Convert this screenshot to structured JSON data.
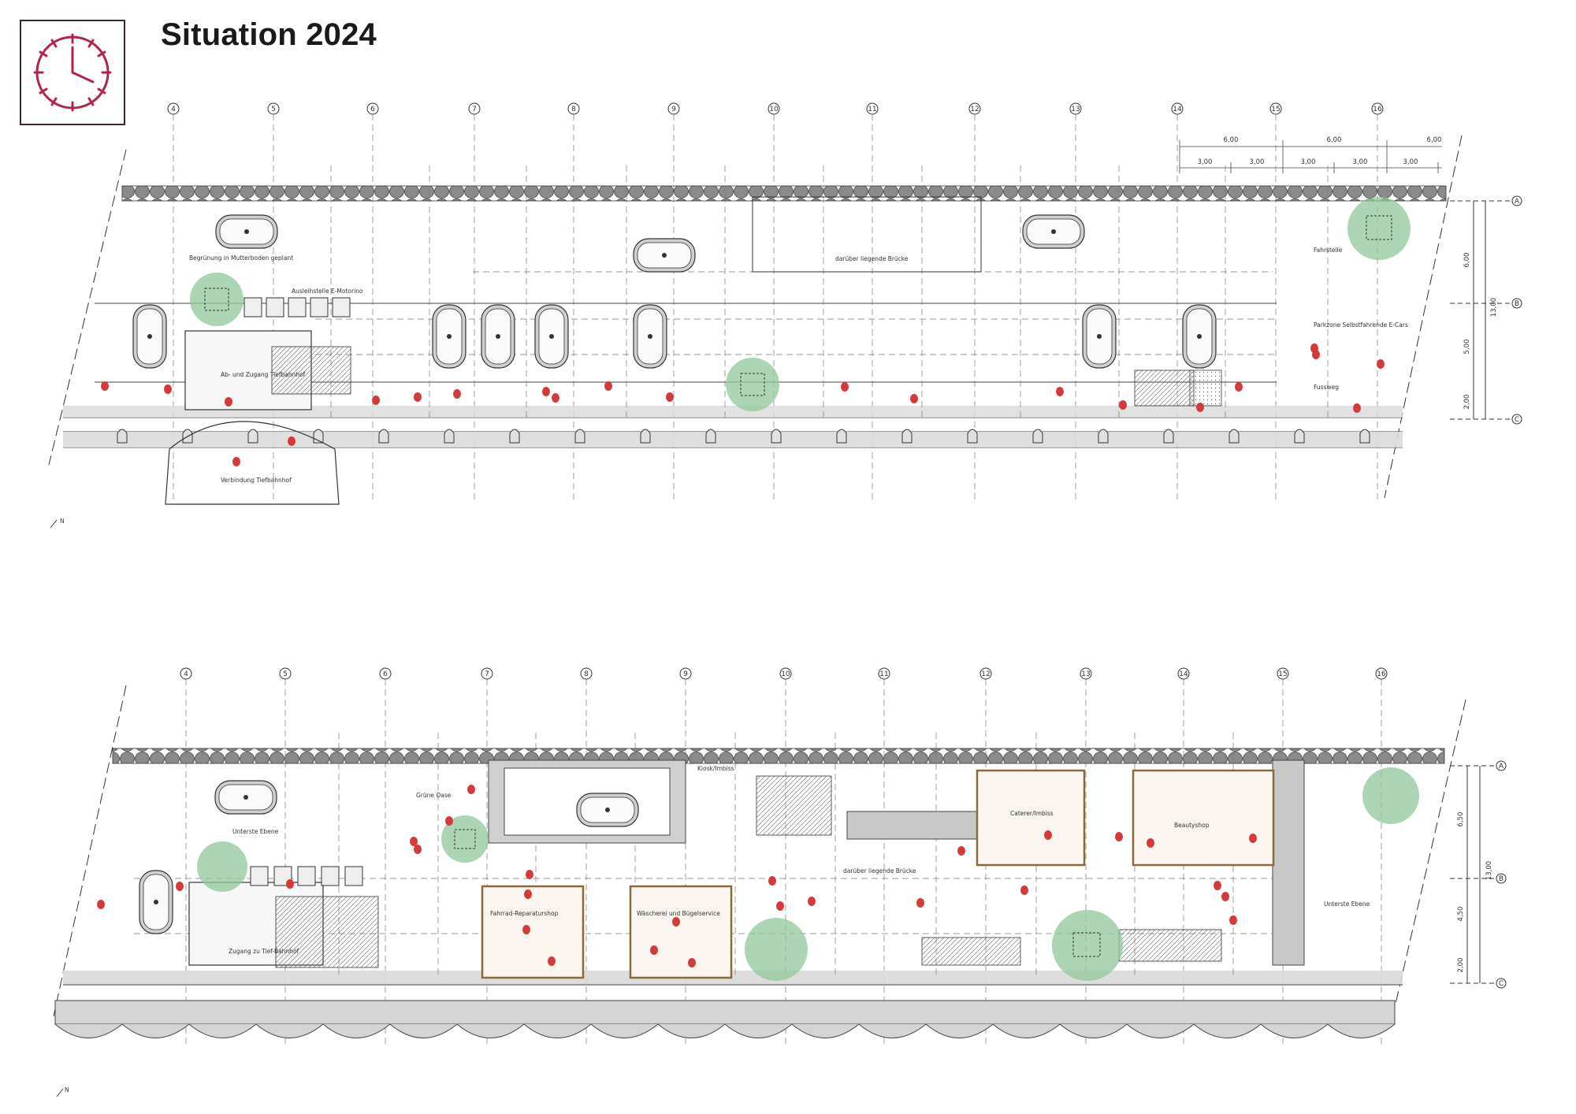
{
  "title": "Situation 2024",
  "icons": {
    "clock": "clock-icon",
    "north": "north-arrow-icon"
  },
  "colors": {
    "wall": "#8a8a8a",
    "greenery": "#8fc79a",
    "people": "#d43a3a",
    "paving": "#d9d9d9",
    "frame": "#5a2430"
  },
  "axes": {
    "columns": [
      "4",
      "5",
      "6",
      "7",
      "8",
      "9",
      "10",
      "11",
      "12",
      "13",
      "14",
      "15",
      "16"
    ],
    "rows": [
      "A",
      "B",
      "C"
    ]
  },
  "north_label": "N",
  "plan_top": {
    "dims_top": [
      "6,00",
      "6,00",
      "6,00"
    ],
    "dims_sub": [
      "3,00",
      "3,00",
      "3,00",
      "3,00",
      "3,00"
    ],
    "dims_side": [
      "6,00",
      "5,00",
      "2,00"
    ],
    "dim_total": "13,00",
    "labels": {
      "begruenung": "Begrünung in Mutterboden geplant",
      "ausleihstelle": "Ausleihstelle E-Motorino",
      "abgang": "Ab- und Zugang Tiefbahnhof",
      "verbindung": "Verbindung Tiefbahnhof",
      "bruecke": "darüber liegende Brücke",
      "fahrstelle": "Fahrstelle",
      "parkzone": "Parkzone Selbstfahrende E-Cars",
      "fussweg": "Fussweg"
    }
  },
  "plan_bottom": {
    "dims_side": [
      "6,50",
      "4,50",
      "2,00"
    ],
    "dim_total": "13,00",
    "labels": {
      "gruene_oase": "Grüne Oase",
      "unterste_ebene_left": "Unterste Ebene",
      "zugang": "Zugang zu Tief-Bahnhof",
      "kiosk": "Kiosk/Imbiss",
      "fahrrad": "Fahrrad-Reparaturshop",
      "waescherei": "Wäscherei und Bügelservice",
      "bruecke": "darüber liegende Brücke",
      "caterer": "Caterer/Imbiss",
      "beautyshop": "Beautyshop",
      "unterste_ebene_right": "Unterste Ebene"
    }
  }
}
